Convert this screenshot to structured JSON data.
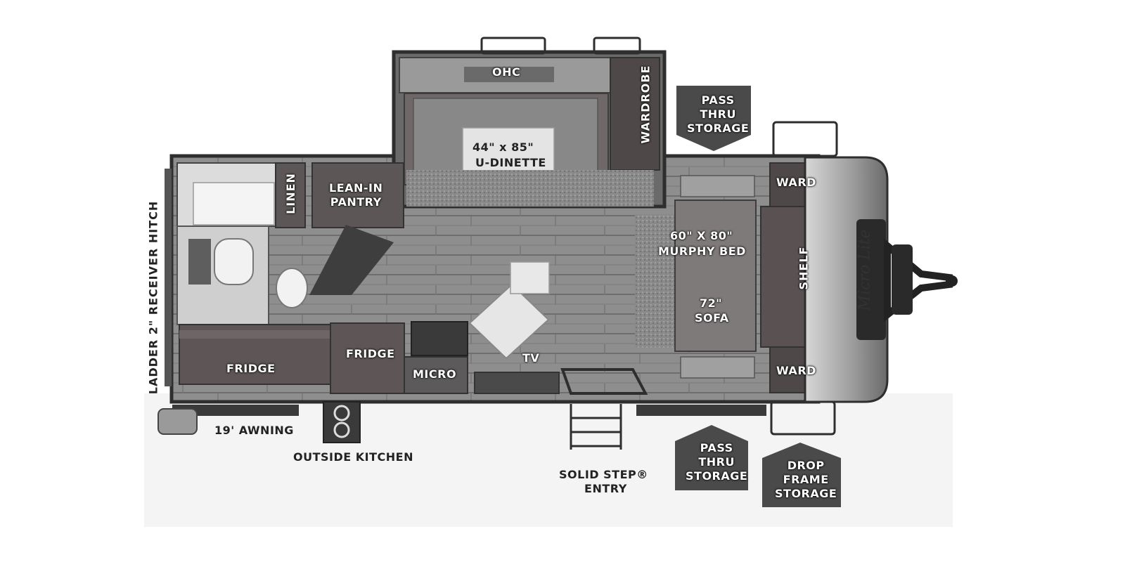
{
  "labels": {
    "ohc": "OHC",
    "wardrobe": "WARDROBE",
    "dinette_size": "44\" x 85\"",
    "dinette": "U-DINETTE",
    "pass_thru_top": "PASS\nTHRU\nSTORAGE",
    "linen": "LINEN",
    "pantry": "LEAN-IN\nPANTRY",
    "ward_top": "WARD",
    "ward_bottom": "WARD",
    "murphy_size": "60\" X 80\"",
    "murphy": "MURPHY BED",
    "sofa_size": "72\"",
    "sofa": "SOFA",
    "shelf": "SHELF",
    "hitch": "LADDER  2\" RECEIVER HITCH",
    "fridge_outdoor": "FRIDGE",
    "fridge": "FRIDGE",
    "micro": "MICRO",
    "tv": "TV",
    "awning": "19' AWNING",
    "outside_kitchen": "OUTSIDE KITCHEN",
    "solid_step": "SOLID STEP® \nENTRY",
    "pass_thru_bottom": "PASS\nTHRU\nSTORAGE",
    "drop_frame": "DROP\nFRAME\nSTORAGE",
    "brand_script": "Micro Lite"
  },
  "colors": {
    "floor": "#8c8c8c",
    "wall": "#3a3a3a",
    "cabinet": "#5a5252",
    "cap": "#b9b9b9",
    "badge": "#4a4a4a"
  }
}
